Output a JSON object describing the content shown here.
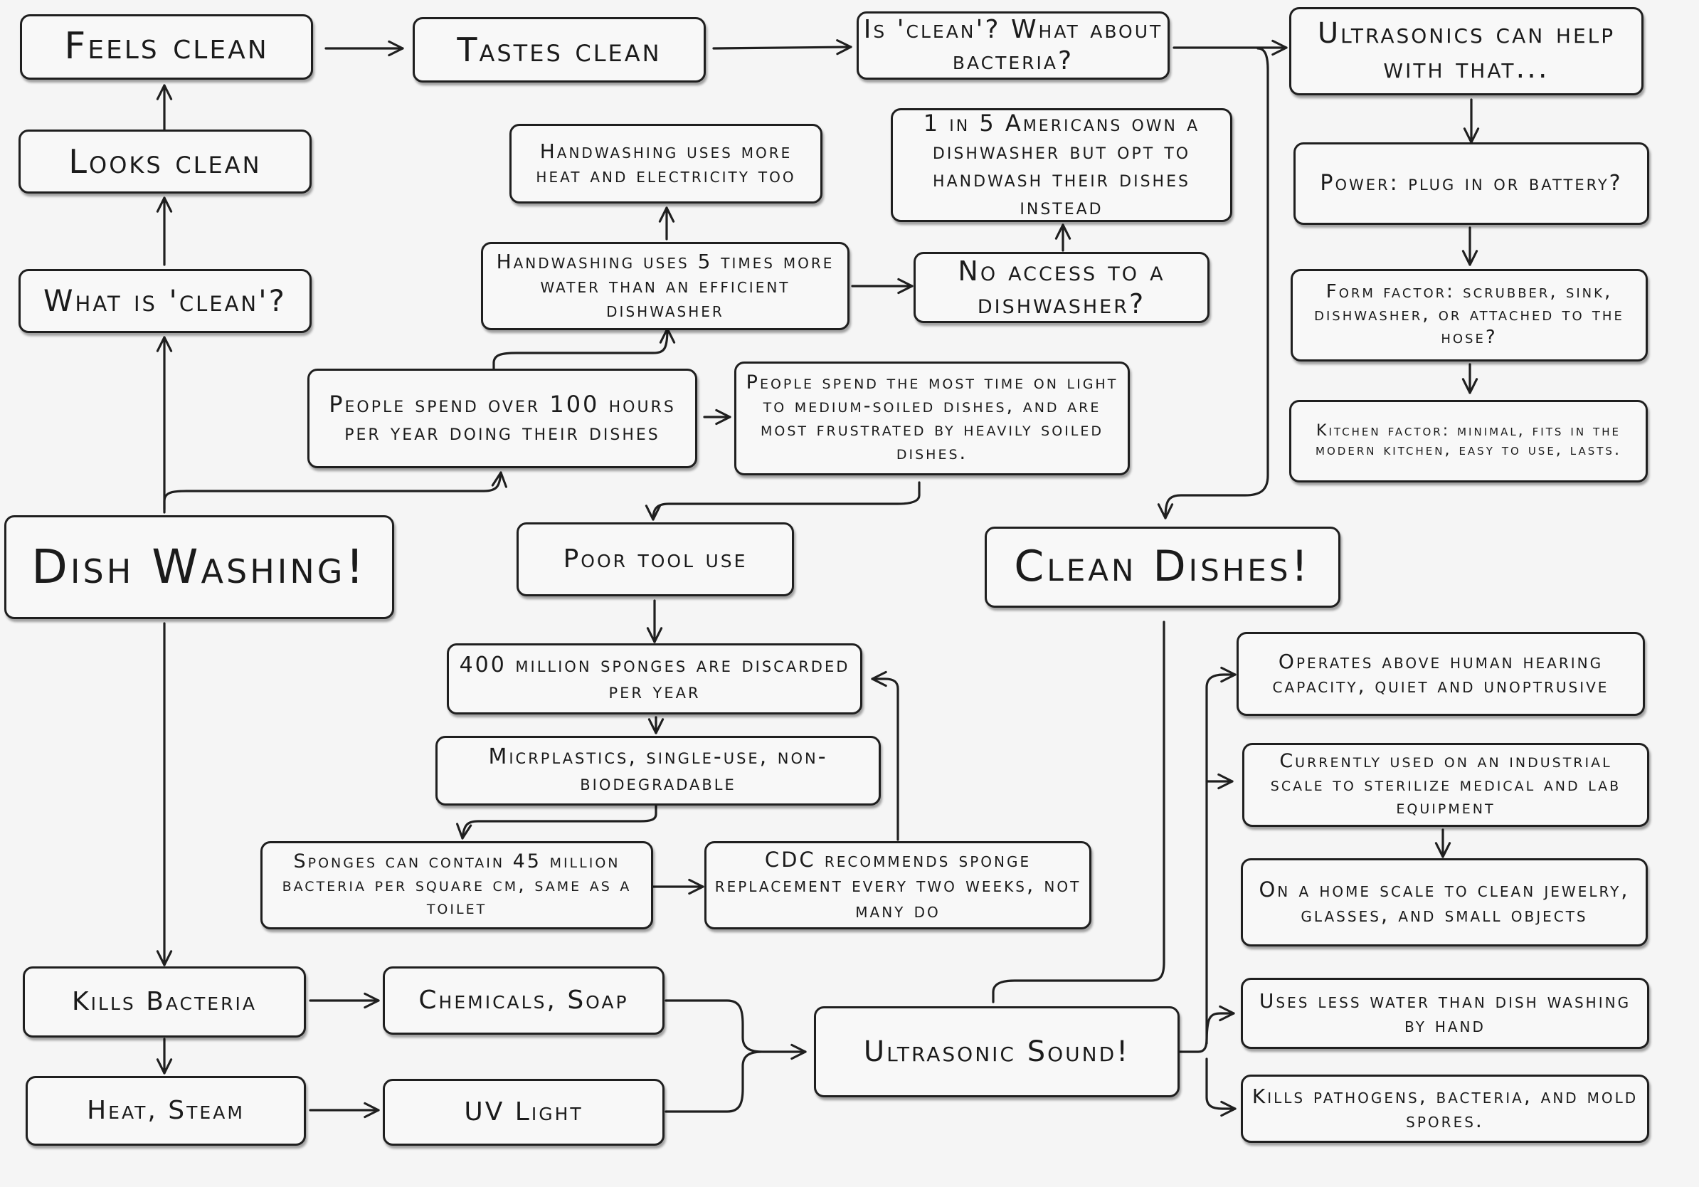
{
  "nodes": {
    "feels_clean": "Feels clean",
    "tastes_clean": "Tastes clean",
    "is_clean_bacteria": "Is 'clean'? What about bacteria?",
    "ultrasonics_help": "Ultrasonics can help with that...",
    "looks_clean": "Looks clean",
    "handwashing_heat": "Handwashing uses more heat and electricity too",
    "americans_dishwasher": "1 in 5 Americans own a dishwasher but opt to handwash their dishes instead",
    "power": "Power: plug in or battery?",
    "what_is_clean": "What is 'clean'?",
    "handwashing_water": "Handwashing uses 5 times more water than an efficient dishwasher",
    "no_access": "No access to a dishwasher?",
    "form_factor": "Form factor: scrubber, sink, dishwasher, or attached to the hose?",
    "people_hours": "People spend over 100 hours per year doing their dishes",
    "people_time": "People spend the most time on light to medium-soiled dishes, and are most frustrated by heavily soiled dishes.",
    "kitchen_factor": "Kitchen factor: minimal, fits in the modern kitchen, easy to use, lasts.",
    "dish_washing": "Dish Washing!",
    "poor_tool_use": "Poor tool use",
    "clean_dishes": "Clean Dishes!",
    "sponges_discarded": "400 million sponges are discarded per year",
    "operates_above": "Operates above human hearing capacity, quiet and unoptrusive",
    "microplastics": "Micrplastics, single-use, non-biodegradable",
    "industrial": "Currently used on an industrial scale to sterilize medical and lab equipment",
    "sponges_bacteria": "Sponges can contain 45 million bacteria per square cm, same as a toilet",
    "cdc": "CDC recommends sponge replacement every two weeks, not many do",
    "home_scale": "On a home scale to clean jewelry, glasses, and small objects",
    "uses_less_water": "Uses less water than dish washing by hand",
    "kills_bacteria": "Kills Bacteria",
    "chemicals_soap": "Chemicals, Soap",
    "ultrasonic_sound": "Ultrasonic Sound!",
    "heat_steam": "Heat, Steam",
    "uv_light": "UV Light",
    "kills_pathogens": "Kills pathogens, bacteria, and mold spores."
  }
}
